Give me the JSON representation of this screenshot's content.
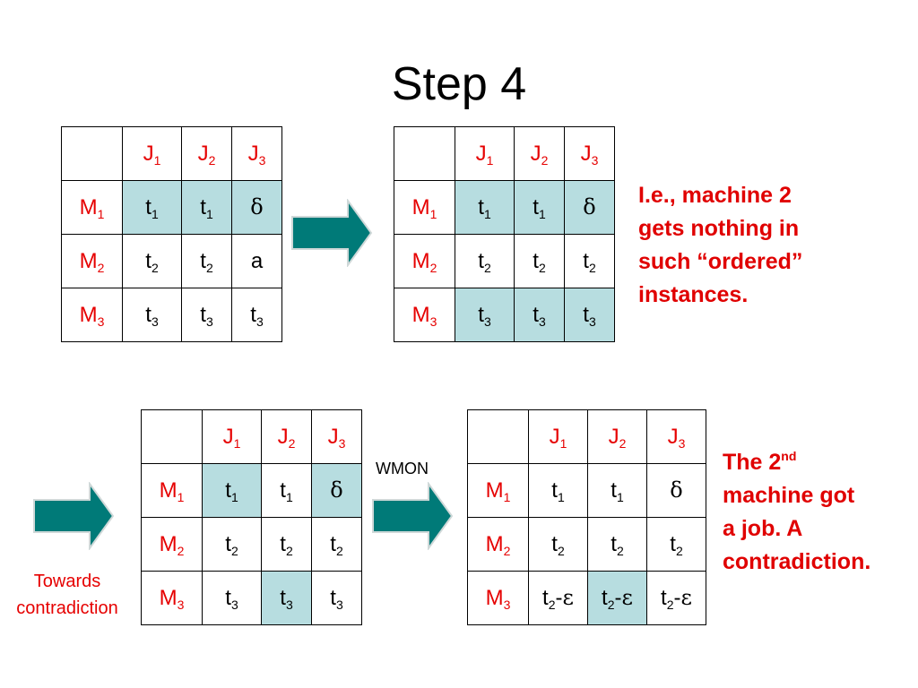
{
  "title": "Step 4",
  "col_headers": [
    {
      "base": "J",
      "sub": "1"
    },
    {
      "base": "J",
      "sub": "2"
    },
    {
      "base": "J",
      "sub": "3"
    }
  ],
  "row_headers": [
    {
      "base": "M",
      "sub": "1"
    },
    {
      "base": "M",
      "sub": "2"
    },
    {
      "base": "M",
      "sub": "3"
    }
  ],
  "tables": [
    {
      "name": "table-top-left",
      "rows": [
        [
          {
            "base": "t",
            "sub": "1",
            "hl": true
          },
          {
            "base": "t",
            "sub": "1",
            "hl": true
          },
          {
            "greek": "δ",
            "hl": true
          }
        ],
        [
          {
            "base": "t",
            "sub": "2"
          },
          {
            "base": "t",
            "sub": "2"
          },
          {
            "base": "a"
          }
        ],
        [
          {
            "base": "t",
            "sub": "3"
          },
          {
            "base": "t",
            "sub": "3"
          },
          {
            "base": "t",
            "sub": "3"
          }
        ]
      ]
    },
    {
      "name": "table-top-right",
      "rows": [
        [
          {
            "base": "t",
            "sub": "1",
            "hl": true
          },
          {
            "base": "t",
            "sub": "1",
            "hl": true
          },
          {
            "greek": "δ",
            "hl": true
          }
        ],
        [
          {
            "base": "t",
            "sub": "2"
          },
          {
            "base": "t",
            "sub": "2"
          },
          {
            "base": "t",
            "sub": "2"
          }
        ],
        [
          {
            "base": "t",
            "sub": "3",
            "hl": true
          },
          {
            "base": "t",
            "sub": "3",
            "hl": true
          },
          {
            "base": "t",
            "sub": "3",
            "hl": true
          }
        ]
      ]
    },
    {
      "name": "table-bottom-left",
      "rows": [
        [
          {
            "base": "t",
            "sub": "1",
            "hl": true
          },
          {
            "base": "t",
            "sub": "1"
          },
          {
            "greek": "δ",
            "hl": true
          }
        ],
        [
          {
            "base": "t",
            "sub": "2"
          },
          {
            "base": "t",
            "sub": "2"
          },
          {
            "base": "t",
            "sub": "2"
          }
        ],
        [
          {
            "base": "t",
            "sub": "3"
          },
          {
            "base": "t",
            "sub": "3",
            "hl": true
          },
          {
            "base": "t",
            "sub": "3"
          }
        ]
      ]
    },
    {
      "name": "table-bottom-right",
      "rows": [
        [
          {
            "base": "t",
            "sub": "1"
          },
          {
            "base": "t",
            "sub": "1"
          },
          {
            "greek": "δ"
          }
        ],
        [
          {
            "base": "t",
            "sub": "2"
          },
          {
            "base": "t",
            "sub": "2"
          },
          {
            "base": "t",
            "sub": "2"
          }
        ],
        [
          {
            "base": "t",
            "sub": "2",
            "tail": "-",
            "greek": "ε"
          },
          {
            "base": "t",
            "sub": "2",
            "tail": "-",
            "greek": "ε",
            "hl": true
          },
          {
            "base": "t",
            "sub": "2",
            "tail": "-",
            "greek": "ε"
          }
        ]
      ]
    }
  ],
  "note_top": [
    "I.e., machine 2",
    "gets nothing in",
    "such “ordered”",
    "instances."
  ],
  "note_bottom": {
    "line1_pre": "The 2",
    "line1_sup": "nd",
    "lines": [
      "machine got",
      "a job. A",
      "contradiction."
    ]
  },
  "towards": [
    "Towards",
    "contradiction"
  ],
  "wmon_label": "WMON",
  "colors": {
    "header": "#e60000",
    "highlight": "#b7dde0",
    "arrow": "#007a78",
    "note": "#e00000"
  }
}
